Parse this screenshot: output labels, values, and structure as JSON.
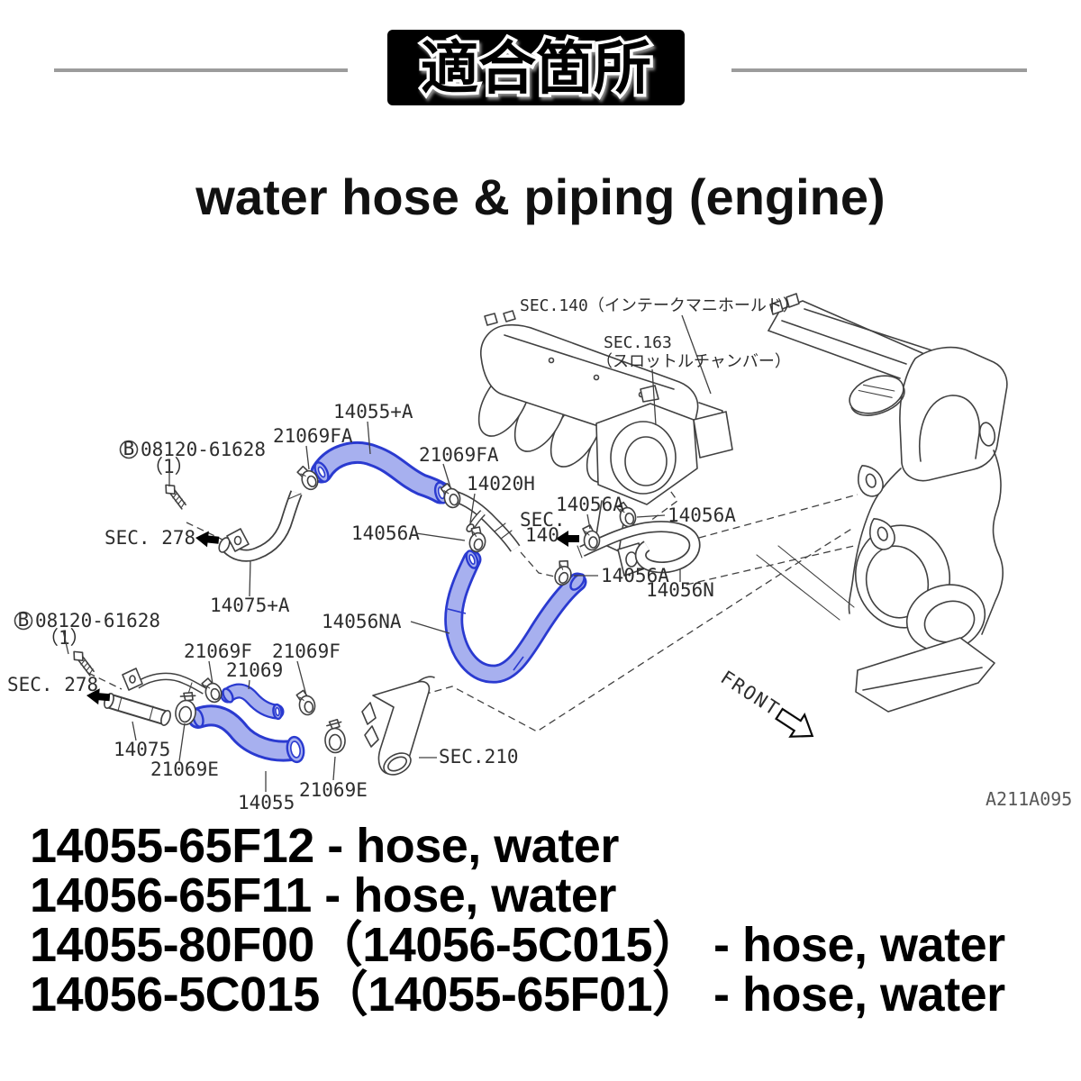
{
  "header": {
    "title": "適合箇所",
    "subtitle": "water hose & piping (engine)"
  },
  "diagram": {
    "drawing_code": "A211A095",
    "front_label": "FRONT",
    "labels": {
      "sec140_full": "SEC.140（インテークマニホールド）",
      "sec163_1": "SEC.163",
      "sec163_2": "（スロットルチャンバー）",
      "sec278": "SEC. 278",
      "sec140_short_1": "SEC.",
      "sec140_short_2": "140",
      "sec210": "SEC.210",
      "bolt_circle": "B",
      "bolt_part": "08120-61628",
      "bolt_qty": "（1）",
      "p14055_a": "14055+A",
      "p14075_a": "14075+A",
      "p14020h": "14020H",
      "p14056a": "14056A",
      "p14056n": "14056N",
      "p14056na": "14056NA",
      "p21069fa": "21069FA",
      "p21069f": "21069F",
      "p21069": "21069",
      "p21069e": "21069E",
      "p14075": "14075",
      "p14055": "14055"
    }
  },
  "parts_list": [
    "14055-65F12 - hose, water",
    "14056-65F11 - hose, water",
    "14055-80F00（14056-5C015） - hose, water",
    "14056-5C015（14055-65F01） - hose, water"
  ],
  "colors": {
    "hose_fill": "#a7b0ef",
    "hose_outline": "#2a3ad0",
    "line": "#414141",
    "title_bg": "#000000",
    "rule": "#9c9c9c"
  }
}
